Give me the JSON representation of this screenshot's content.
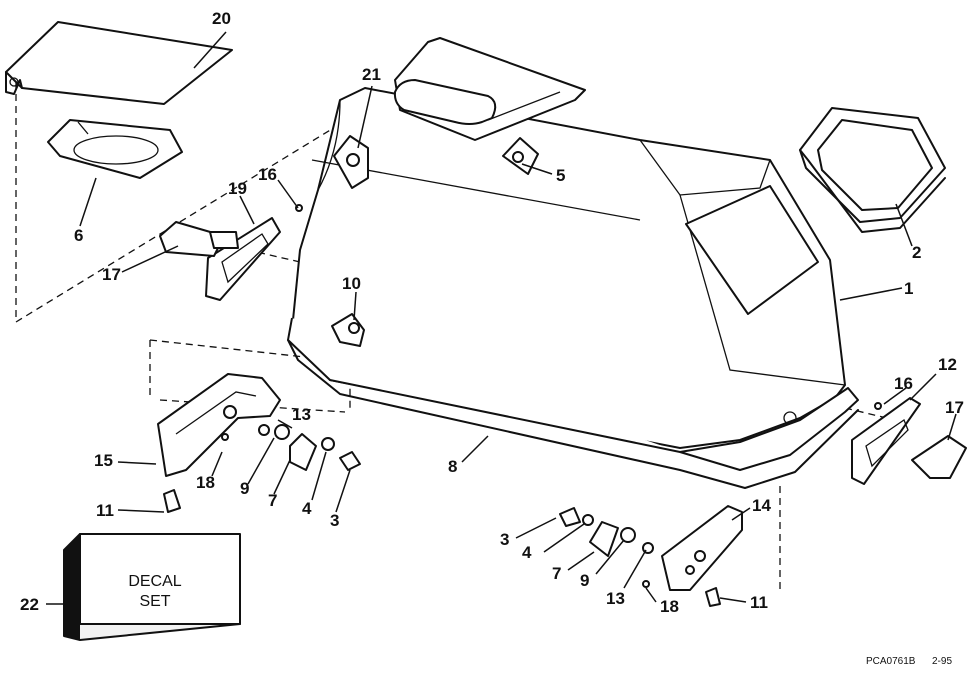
{
  "diagram": {
    "callouts": {
      "c1": "1",
      "c2": "2",
      "c3a": "3",
      "c3b": "3",
      "c4a": "4",
      "c4b": "4",
      "c5": "5",
      "c6": "6",
      "c7a": "7",
      "c7b": "7",
      "c8": "8",
      "c9a": "9",
      "c9b": "9",
      "c10": "10",
      "c11a": "11",
      "c11b": "11",
      "c12": "12",
      "c13a": "13",
      "c13b": "13",
      "c14": "14",
      "c15": "15",
      "c16a": "16",
      "c16b": "16",
      "c17a": "17",
      "c17b": "17",
      "c18a": "18",
      "c18b": "18",
      "c19": "19",
      "c20": "20",
      "c21": "21",
      "c22": "22"
    },
    "decal_box": {
      "line1": "DECAL",
      "line2": "SET"
    },
    "footer": {
      "code": "PCA0761B",
      "date": "2-95"
    }
  }
}
